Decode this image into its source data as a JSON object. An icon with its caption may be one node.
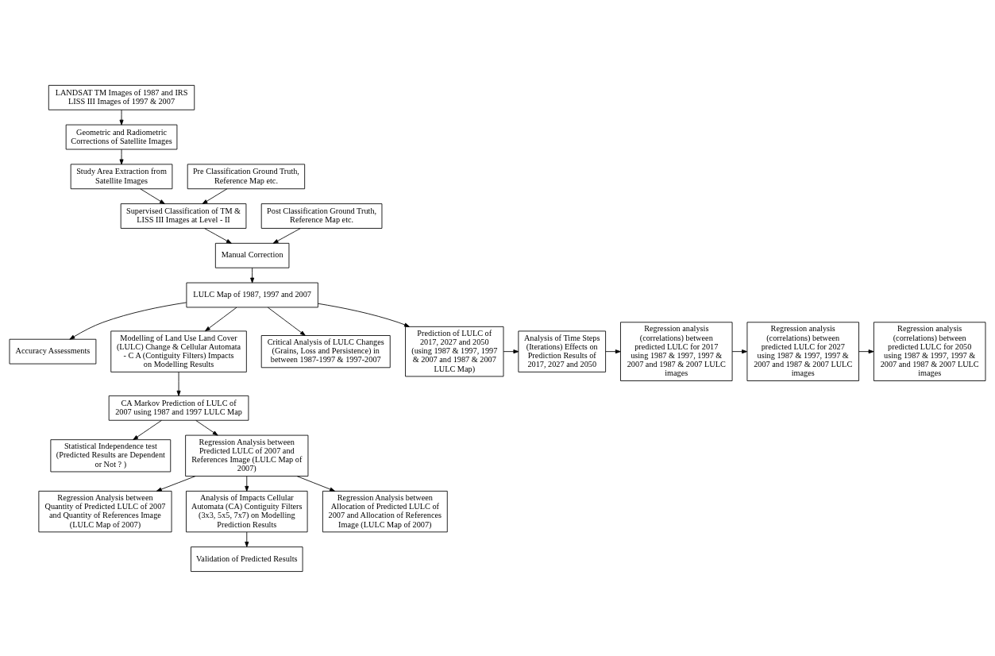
{
  "diagram": {
    "nodes": [
      {
        "text": [
          "LANDSAT TM Images of 1987 and IRS LISS III Images of 1997 & 2007"
        ]
      },
      {
        "text": [
          "Geometric and Radiometric Corrections of Satellite Images"
        ]
      },
      {
        "text": [
          "Study Area Extraction from Satellite Images"
        ]
      },
      {
        "text": [
          "Pre Classification Ground Truth, Reference Map etc."
        ]
      },
      {
        "text": [
          "Supervised Classification of TM & LISS III Images at Level - II"
        ]
      },
      {
        "text": [
          "Post Classification Ground Truth, Reference Map etc."
        ]
      },
      {
        "text": [
          "Manual Correction"
        ]
      },
      {
        "text": [
          "LULC Map of 1987, 1997 and 2007"
        ]
      },
      {
        "text": [
          "Accuracy Assessments"
        ]
      },
      {
        "text": [
          "Modelling of Land Use Land Cover (LULC) Change & Cellular Automata - C A (Contiguity Filters) Impacts on Modelling Results"
        ]
      },
      {
        "text": [
          "CA Markov Prediction of LULC of 2007 using 1987 and 1997 LULC Map"
        ]
      },
      {
        "text": [
          "Statistical Independence test (Predicted Results are Dependent or Not ? )"
        ]
      },
      {
        "text": [
          "Regression Analysis between Predicted LULC of 2007 and References Image (LULC Map of 2007)"
        ]
      },
      {
        "text": [
          "Regression Analysis between Quantity of Predicted LULC of 2007 and Quantity of References Image (LULC Map of 2007)"
        ]
      },
      {
        "text": [
          "Analysis of Impacts Cellular Automata (CA) Contiguity Filters (3x3, 5x5, 7x7) on Modelling Prediction Results"
        ]
      },
      {
        "text": [
          "Regression Analysis between Allocation of Predicted LULC of 2007 and Allocation of References Image (LULC Map of 2007)"
        ]
      },
      {
        "text": [
          "Validation of Predicted Results"
        ]
      },
      {
        "text": [
          "Critical Analysis of LULC Changes (Grains, Loss and Persistence) in between 1987-1997 & 1997-2007"
        ]
      },
      {
        "text": [
          "Prediction of LULC of 2017, 2027 and 2050 (using 1987 & 1997, 1997 & 2007 and 1987 & 2007 LULC Map)"
        ]
      },
      {
        "text": [
          "Analysis of Time Steps (Iterations) Effects on Prediction Results of 2017, 2027 and 2050"
        ]
      },
      {
        "text": [
          "Regression analysis (correlations) between predicted LULC for 2017 using 1987 & 1997, 1997 & 2007 and 1987 & 2007 LULC images"
        ]
      },
      {
        "text": [
          "Regression analysis (correlations) between predicted LULC for 2027 using 1987 & 1997, 1997 & 2007 and 1987 & 2007 LULC images"
        ]
      },
      {
        "text": [
          "Regression analysis (correlations) between predicted LULC for 2050 using 1987 & 1997, 1997 & 2007 and 1987 & 2007 LULC images"
        ]
      }
    ],
    "edges": [
      {
        "from": 0,
        "to": 1,
        "arrow": "to"
      },
      {
        "from": 1,
        "to": 2,
        "arrow": "to"
      },
      {
        "from": 2,
        "to": 4,
        "arrow": "to"
      },
      {
        "from": 3,
        "to": 4,
        "arrow": "to"
      },
      {
        "from": 4,
        "to": 6,
        "arrow": "to"
      },
      {
        "from": 5,
        "to": 6,
        "arrow": "to"
      },
      {
        "from": 6,
        "to": 7,
        "arrow": "to"
      },
      {
        "from": 7,
        "to": 8,
        "arrow": "to"
      },
      {
        "from": 7,
        "to": 9,
        "arrow": "to"
      },
      {
        "from": 7,
        "to": 17,
        "arrow": "to"
      },
      {
        "from": 7,
        "to": 18,
        "arrow": "to"
      },
      {
        "from": 9,
        "to": 10,
        "arrow": "to"
      },
      {
        "from": 10,
        "to": 11,
        "arrow": "to"
      },
      {
        "from": 10,
        "to": 12,
        "arrow": "to"
      },
      {
        "from": 12,
        "to": 13,
        "arrow": "to"
      },
      {
        "from": 12,
        "to": 15,
        "arrow": "to"
      },
      {
        "from": 12,
        "to": 14,
        "arrow": "to"
      },
      {
        "from": 14,
        "to": 16,
        "arrow": "to"
      },
      {
        "from": 18,
        "to": 19,
        "arrow": "to"
      },
      {
        "from": 19,
        "to": 20,
        "arrow": "to"
      },
      {
        "from": 20,
        "to": 21,
        "arrow": "to"
      },
      {
        "from": 21,
        "to": 22,
        "arrow": "to"
      }
    ]
  }
}
